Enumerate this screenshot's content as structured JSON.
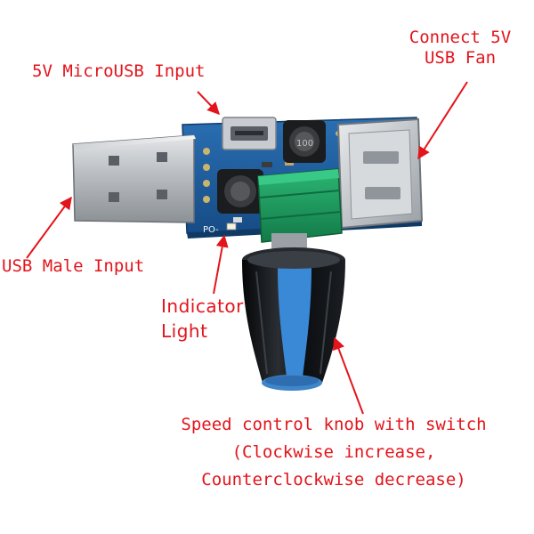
{
  "labels": {
    "microusb_input": "5V MicroUSB Input",
    "connect_fan": [
      "Connect 5V",
      "USB Fan"
    ],
    "usb_male_input": "USB Male Input",
    "indicator_light": [
      "Indicator",
      "Light"
    ],
    "speed_knob": [
      "Speed control knob with switch",
      "(Clockwise increase,",
      "Counterclockwise decrease)"
    ]
  },
  "board": {
    "silkscreen": "PO-"
  },
  "colors": {
    "annotation": "#e3141b",
    "pcb": "#1f5d9e",
    "potentiometer": "#1d9a5e",
    "knob_band": "#3a89d6",
    "knob_body": "#111418"
  }
}
